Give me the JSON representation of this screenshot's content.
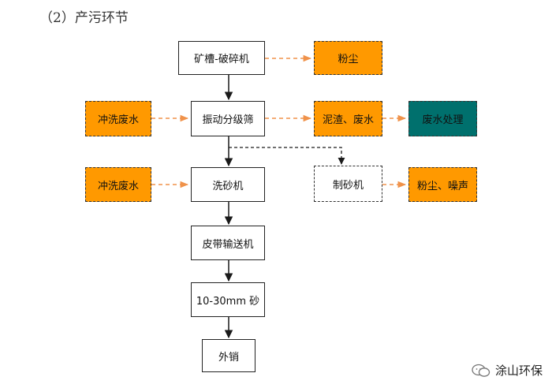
{
  "heading": "（2）产污环节",
  "nodes": {
    "crusher": "矿槽-破碎机",
    "dust_1": "粉尘",
    "wash_water_1": "冲洗废水",
    "screen": "振动分级筛",
    "sludge_wastewater": "泥渣、废水",
    "wastewater_treatment": "废水处理",
    "wash_water_2": "冲洗废水",
    "sand_washer": "洗砂机",
    "sand_maker": "制砂机",
    "dust_noise": "粉尘、噪声",
    "belt_conveyor": "皮带输送机",
    "sand_product": "10-30mm 砂",
    "sale": "外销"
  },
  "colors": {
    "pollutant_fill": "#ff9900",
    "treatment_fill": "#00706d",
    "flow_arrow": "#1a1a1a",
    "pollutant_arrow": "#f0924a"
  },
  "watermark": {
    "text": "涂山环保",
    "icon": "wechat-logo-icon"
  }
}
